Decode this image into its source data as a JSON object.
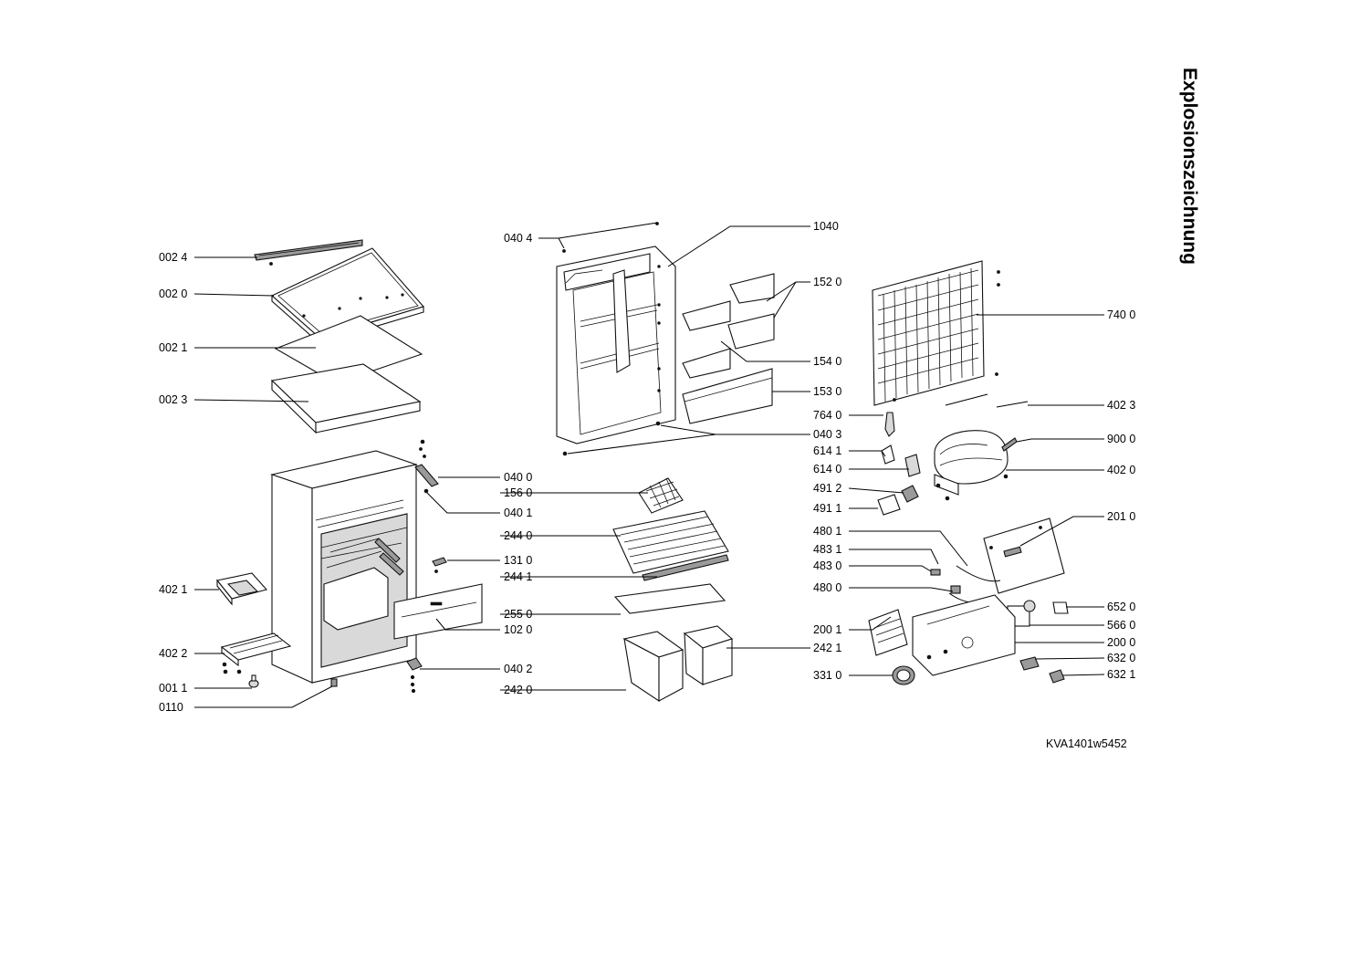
{
  "title": "Explosionszeichnung",
  "document_id": "KVA1401w5452",
  "labels": {
    "l0024": "002 4",
    "l0020": "002 0",
    "l0021": "002 1",
    "l0023": "002 3",
    "l4021": "402 1",
    "l4022": "402 2",
    "l0011": "001 1",
    "l0110": "0110",
    "l0404": "040 4",
    "l1040": "1040",
    "l1520": "152 0",
    "l1540": "154 0",
    "l1530": "153 0",
    "l0403": "040 3",
    "l0400": "040 0",
    "l1560": "156 0",
    "l0401": "040 1",
    "l2440": "244 0",
    "l1310": "131 0",
    "l2441": "244 1",
    "l2550": "255 0",
    "l1020": "102 0",
    "l0402": "040 2",
    "l2420": "242 0",
    "l2421": "242 1",
    "l7400": "740 0",
    "l4023": "402 3",
    "l7640": "764 0",
    "l9000": "900 0",
    "l6141": "614 1",
    "l6140": "614 0",
    "l4020": "402 0",
    "l4912": "491 2",
    "l4911": "491 1",
    "l2010": "201 0",
    "l4801": "480 1",
    "l4831": "483 1",
    "l4830": "483 0",
    "l4800": "480 0",
    "l6520": "652 0",
    "l5660": "566 0",
    "l2011": "200 1",
    "l2000": "200 0",
    "l6320": "632 0",
    "l3310": "331 0",
    "l6321": "632 1"
  }
}
